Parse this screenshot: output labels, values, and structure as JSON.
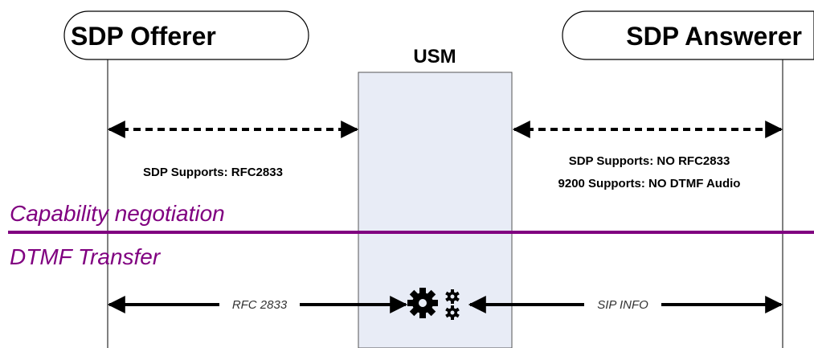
{
  "participants": {
    "left": "SDP Offerer",
    "middle": "USM",
    "right": "SDP Answerer"
  },
  "capability": {
    "left_note": "SDP Supports: RFC2833",
    "right_note_line1": "SDP Supports: NO RFC2833",
    "right_note_line2": "9200 Supports: NO DTMF Audio"
  },
  "sections": {
    "top": "Capability negotiation",
    "bottom": "DTMF Transfer"
  },
  "transfer": {
    "left_message": "RFC 2833",
    "right_message": "SIP INFO"
  },
  "colors": {
    "section_line": "#800080",
    "section_text": "#800080",
    "usm_fill": "#e8ecf6",
    "usm_border": "#555555"
  },
  "icons": {
    "usm_processor": "gears-icon"
  }
}
